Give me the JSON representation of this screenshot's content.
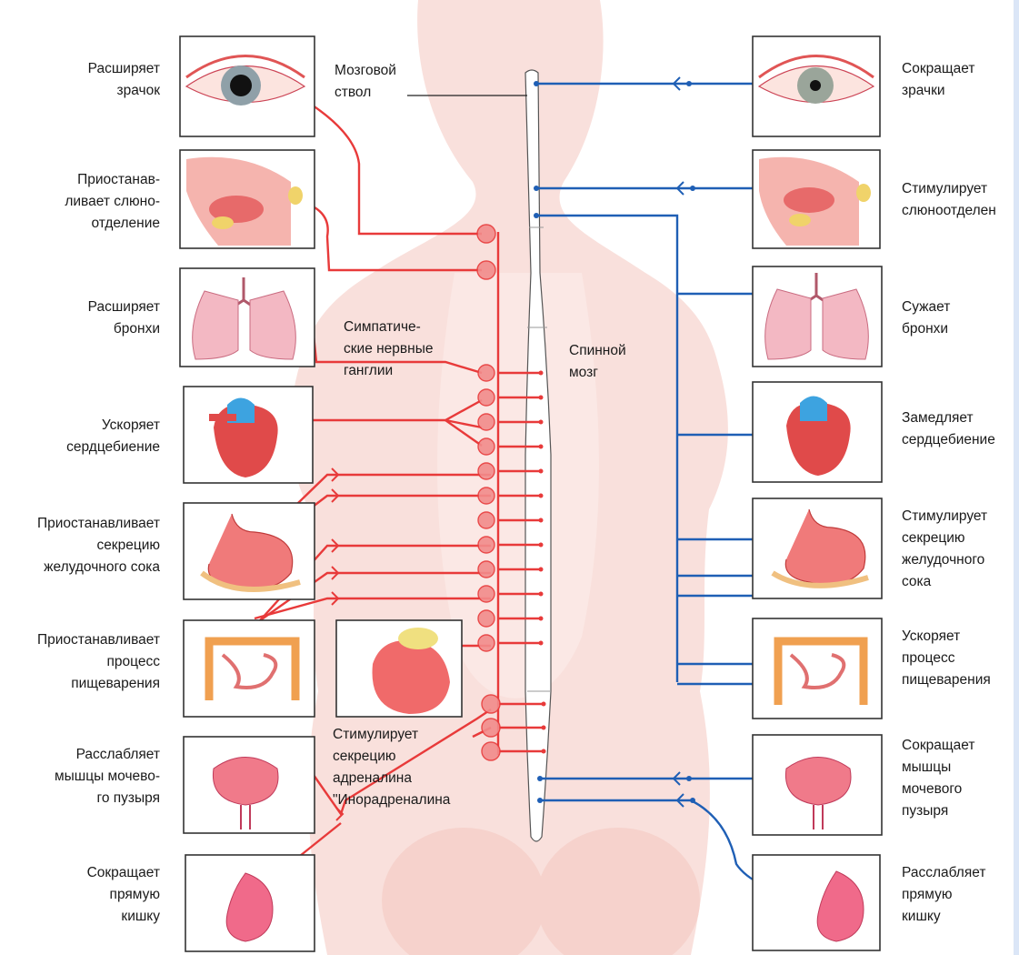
{
  "colors": {
    "sympathetic": "#e83a3a",
    "parasympathetic": "#1f5fb5",
    "body": "#f7d8d3",
    "frame": "#333333"
  },
  "center": {
    "brainstem": "Мозговой\nствол",
    "spinal_cord": "Спинной\nмозг",
    "ganglia": "Симпатиче-\nские нервные\nганглии",
    "adrenal": "Стимулирует\nсекрецию\nадреналина\n\"Инорадреналина"
  },
  "sympathetic": {
    "pupil": "Расширяет\nзрачок",
    "saliva": "Приостанав-\nливает слюно-\nотделение",
    "bronchi": "Расширяет\nбронхи",
    "heart": "Ускоряет\nсердцебиение",
    "stomach": "Приостанавливает\nсекрецию\nжелудочного сока",
    "digestion": "Приостанавливает\nпроцесс\nпищеварения",
    "bladder": "Расслабляет\nмышцы мочево-\nго пузыря",
    "rectum": "Сокращает\nпрямую\nкишку"
  },
  "parasympathetic": {
    "pupil": "Сокращает\nзрачки",
    "saliva": "Стимулирует\nслюноотделен",
    "bronchi": "Сужает\nбронхи",
    "heart": "Замедляет\nсердцебиение",
    "stomach": "Стимулирует\nсекрецию\nжелудочного\nсока",
    "digestion": "Ускоряет\nпроцесс\nпищеварения",
    "bladder": "Сокращает\nмышцы\nмочевого\nпузыря",
    "rectum": "Расслабляет\nпрямую\nкишку"
  },
  "organ_icons": {
    "left": [
      "eye-icon",
      "mouth-icon",
      "lungs-icon",
      "heart-icon",
      "stomach-icon",
      "intestine-icon",
      "bladder-icon",
      "rectum-icon"
    ],
    "center": "adrenal-icon",
    "right": [
      "eye-icon",
      "mouth-icon",
      "lungs-icon",
      "heart-icon",
      "stomach-icon",
      "intestine-icon",
      "bladder-icon",
      "rectum-icon"
    ]
  }
}
